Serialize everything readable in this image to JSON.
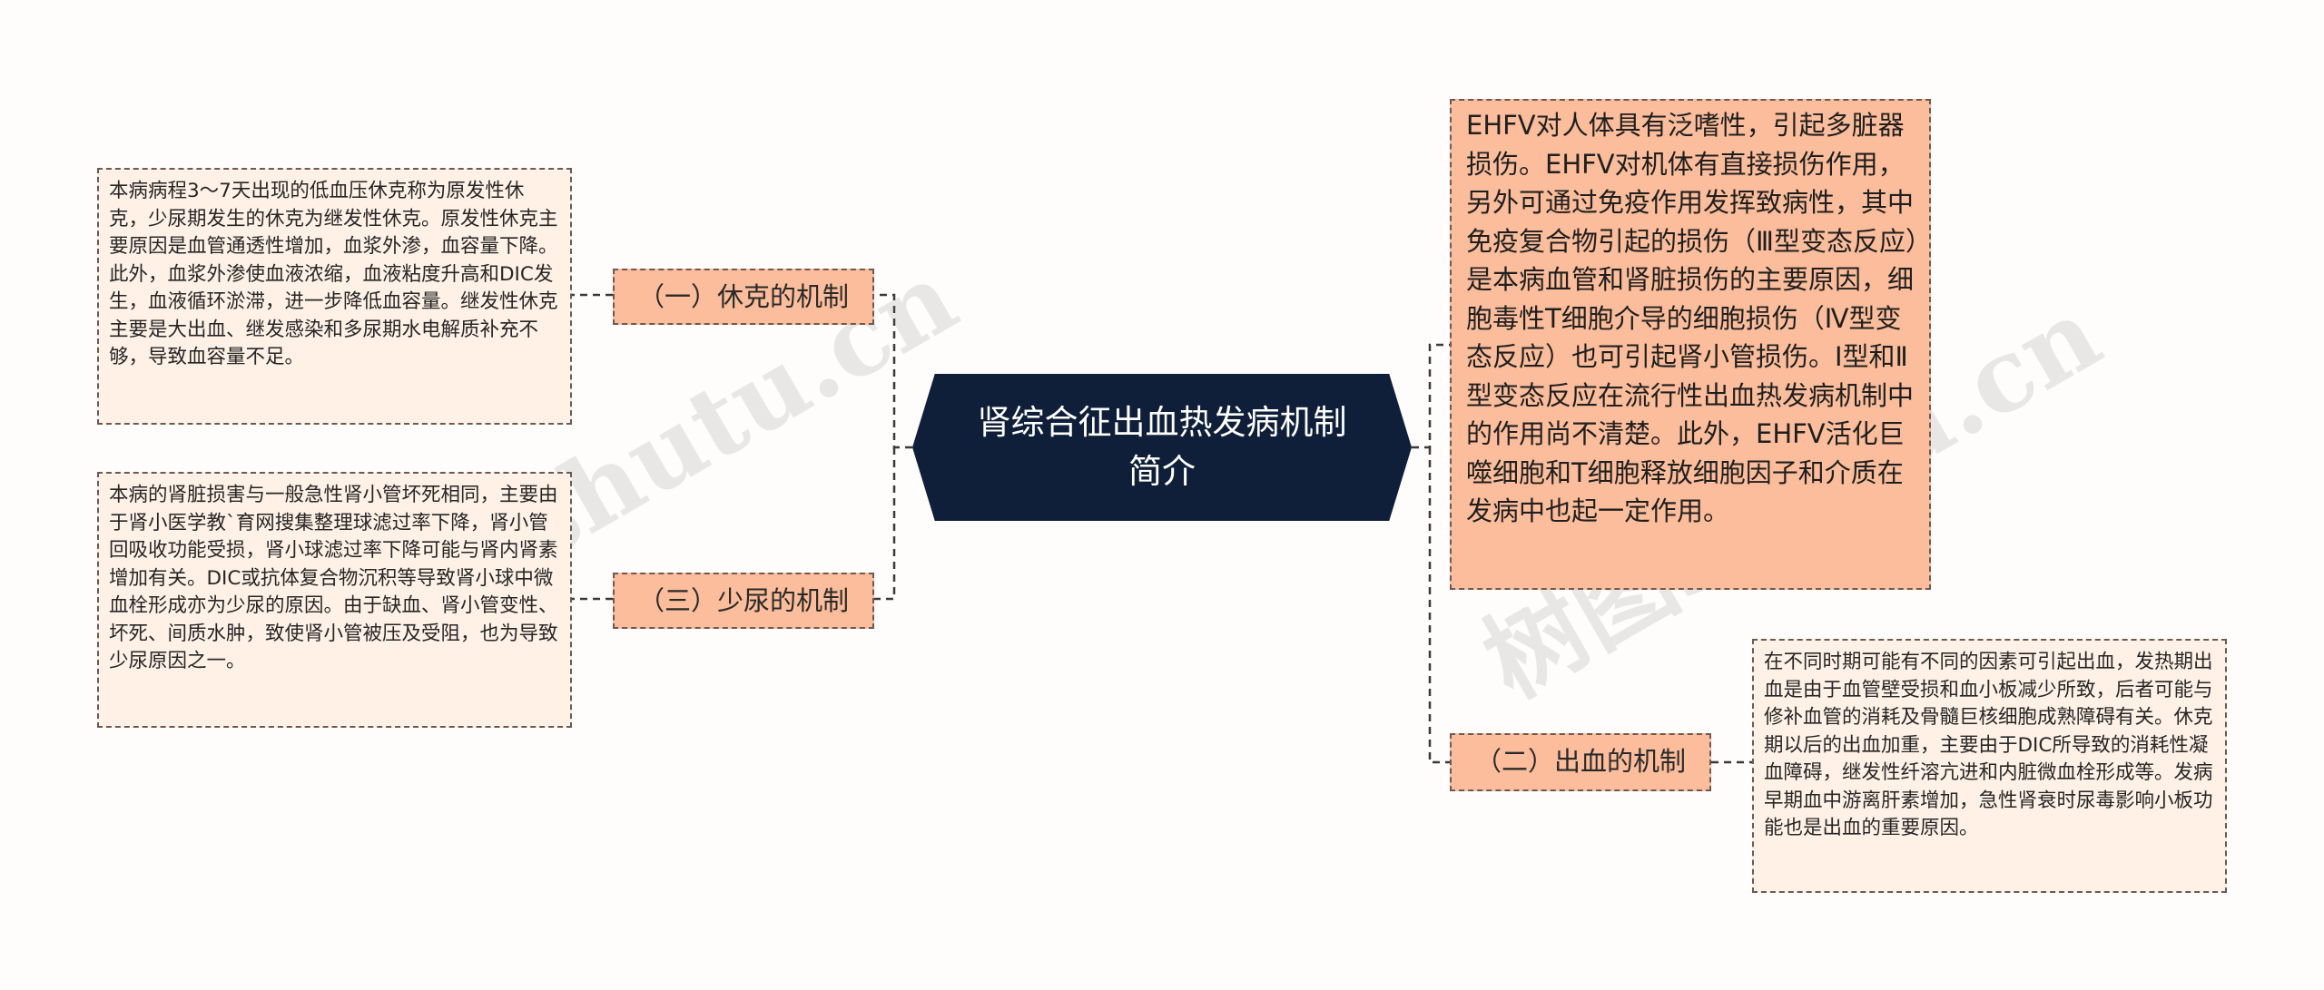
{
  "central": {
    "title": "肾综合征出血热发病机制\n简介"
  },
  "branches": {
    "shock": {
      "label": "（一）休克的机制",
      "detail": "本病病程3～7天出现的低血压休克称为原发性休克，少尿期发生的休克为继发性休克。原发性休克主要原因是血管通透性增加，血浆外渗，血容量下降。此外，血浆外渗使血液浓缩，血液粘度升高和DIC发生，血液循环淤滞，进一步降低血容量。继发性休克主要是大出血、继发感染和多尿期水电解质补充不够，导致血容量不足。"
    },
    "oliguria": {
      "label": "（三）少尿的机制",
      "detail": "本病的肾脏损害与一般急性肾小管坏死相同，主要由于肾小医学教`育网搜集整理球滤过率下降，肾小管回吸收功能受损，肾小球滤过率下降可能与肾内肾素增加有关。DIC或抗体复合物沉积等导致肾小球中微血栓形成亦为少尿的原因。由于缺血、肾小管变性、坏死、间质水肿，致使肾小管被压及受阻，也为导致少尿原因之一。"
    },
    "ehfv": {
      "detail": "EHFV对人体具有泛嗜性，引起多脏器损伤。EHFV对机体有直接损伤作用，另外可通过免疫作用发挥致病性，其中免疫复合物引起的损伤（Ⅲ型变态反应）是本病血管和肾脏损伤的主要原因，细胞毒性T细胞介导的细胞损伤（Ⅳ型变态反应）也可引起肾小管损伤。Ⅰ型和Ⅱ型变态反应在流行性出血热发病机制中的作用尚不清楚。此外，EHFV活化巨噬细胞和T细胞释放细胞因子和介质在发病中也起一定作用。"
    },
    "bleeding": {
      "label": "（二）出血的机制",
      "detail": "在不同时期可能有不同的因素可引起出血，发热期出血是由于血管壁受损和血小板减少所致，后者可能与修补血管的消耗及骨髓巨核细胞成熟障碍有关。休克期以后的出血加重，主要由于DIC所导致的消耗性凝血障碍，继发性纤溶亢进和内脏微血栓形成等。发病早期血中游离肝素增加，急性肾衰时尿毒影响小板功能也是出血的重要原因。"
    }
  },
  "watermark": {
    "left": "树图shutu.cn",
    "right": "树图shutu.cn"
  },
  "colors": {
    "central_fill": "#0f1f3a",
    "branch_fill": "#fbbd9b",
    "detail_fill": "#fff1e6",
    "connector": "#3a3a3a"
  }
}
